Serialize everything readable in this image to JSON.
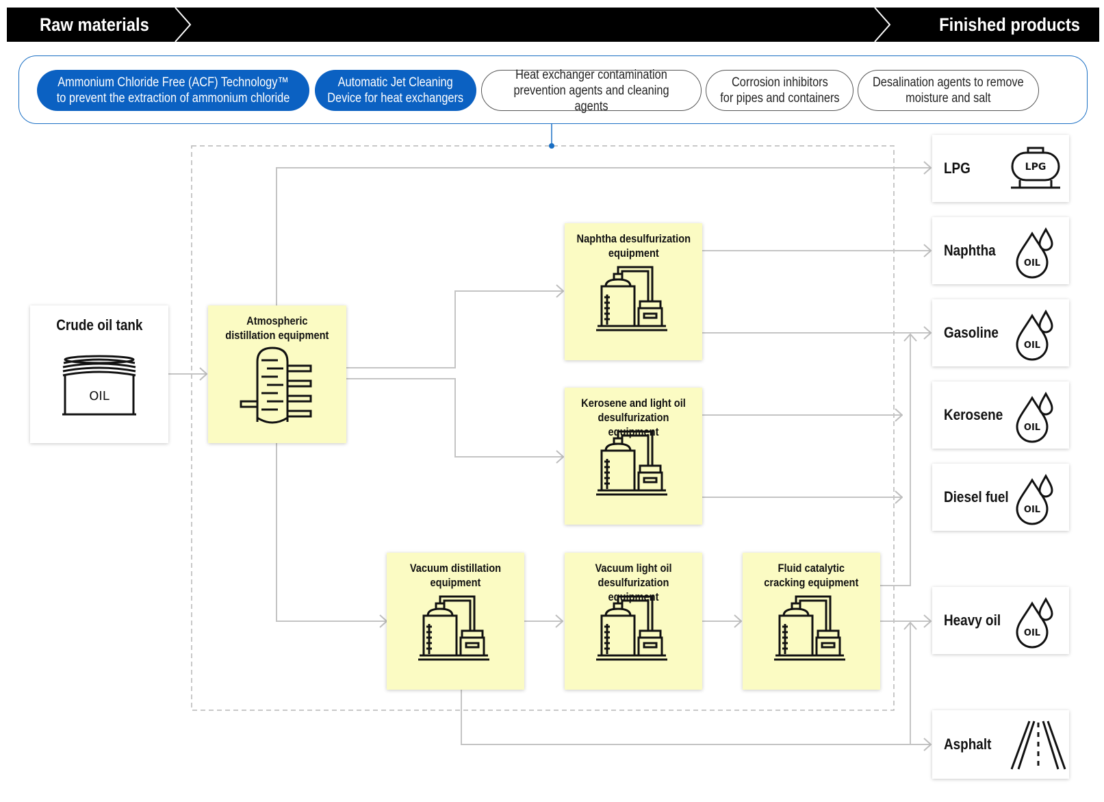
{
  "header": {
    "left_title": "Raw materials",
    "right_title": "Finished products"
  },
  "technologies": [
    {
      "label": "Ammonium Chloride Free (ACF) Technology™\nto prevent the extraction of ammonium chloride",
      "highlighted": true
    },
    {
      "label": "Automatic Jet Cleaning\nDevice for heat exchangers",
      "highlighted": true
    },
    {
      "label": "Heat exchanger contamination\nprevention agents and cleaning agents",
      "highlighted": false
    },
    {
      "label": "Corrosion inhibitors\nfor pipes and containers",
      "highlighted": false
    },
    {
      "label": "Desalination agents to remove\nmoisture and salt",
      "highlighted": false
    }
  ],
  "crude_tank": {
    "title": "Crude oil tank",
    "icon_text": "OIL",
    "icon": "oil-tank-icon"
  },
  "equipment": {
    "atmospheric": "Atmospheric\ndistillation equipment",
    "naphtha_desulf": "Naphtha desulfurization\nequipment",
    "kerosene_desulf": "Kerosene and light oil\ndesulfurization equipment",
    "vacuum_dist": "Vacuum distillation\nequipment",
    "vacuum_light_desulf": "Vacuum light oil\ndesulfurization equipment",
    "fcc": "Fluid catalytic\ncracking equipment"
  },
  "products": [
    {
      "label": "LPG",
      "icon": "lpg-tank-icon",
      "icon_text": "LPG"
    },
    {
      "label": "Naphtha",
      "icon": "oil-drop-icon",
      "icon_text": "OIL"
    },
    {
      "label": "Gasoline",
      "icon": "oil-drop-icon",
      "icon_text": "OIL"
    },
    {
      "label": "Kerosene",
      "icon": "oil-drop-icon",
      "icon_text": "OIL"
    },
    {
      "label": "Diesel fuel",
      "icon": "oil-drop-icon",
      "icon_text": "OIL"
    },
    {
      "label": "Heavy oil",
      "icon": "oil-drop-icon",
      "icon_text": "OIL"
    },
    {
      "label": "Asphalt",
      "icon": "road-icon"
    }
  ],
  "colors": {
    "header_bg": "#000000",
    "accent_blue": "#0b61c2",
    "equipment_fill": "#fbfbc3",
    "flow_line": "#c4c4c4"
  }
}
